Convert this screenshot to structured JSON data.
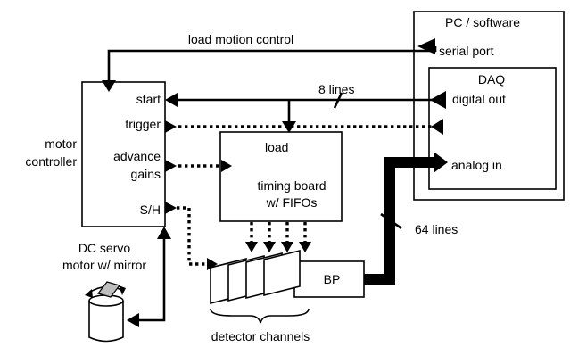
{
  "blocks": {
    "pc": "PC / software",
    "serial_port": "serial port",
    "daq_title": "DAQ",
    "daq_digital_out": "digital out",
    "daq_analog_in": "analog in",
    "motor_controller_1": "motor",
    "motor_controller_2": "controller",
    "port_start": "start",
    "port_trigger": "trigger",
    "port_advance": "advance",
    "port_gains": "gains",
    "port_sh": "S/H",
    "timing_load": "load",
    "timing_board_1": "timing board",
    "timing_board_2": "w/ FIFOs",
    "bp": "BP",
    "servo_1": "DC servo",
    "servo_2": "motor w/ mirror"
  },
  "connections": {
    "load_motion_control": "load motion control",
    "eight_lines": "8 lines",
    "sixty_four_lines": "64 lines",
    "detector_channels": "detector channels"
  }
}
